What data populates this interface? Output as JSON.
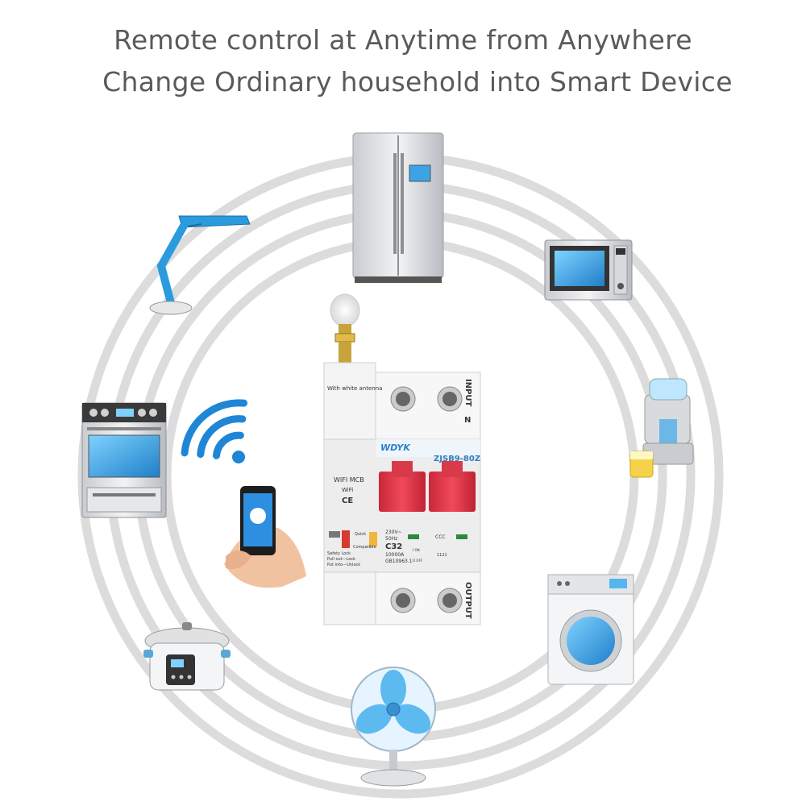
{
  "headline": {
    "line1": "Remote control at Anytime from Anywhere",
    "line2": "Change Ordinary household into Smart Device"
  },
  "breaker": {
    "antenna_note": "With white antenna",
    "brand": "WDYK",
    "model": "ZJSB9-80Z",
    "input_label": "INPUT",
    "output_label": "OUTPUT",
    "neutral": "N",
    "wifi_mcb": "WIFI MCB",
    "wifi_badge": "WiFi",
    "ce": "CE",
    "quick": "Quick",
    "compatible": "Compatible",
    "safety_lock": "Safety Lock",
    "pull_out": "Pull out—Lock",
    "put_into": "Put into—Unlock",
    "voltage": "230V~",
    "freq": "50Hz",
    "curve": "C32",
    "breaking": "10000A",
    "standard": "GB10963.1",
    "on": "I ON",
    "off": "O OFF",
    "ccc": "CCC",
    "code": "1121"
  },
  "icons": [
    "refrigerator-icon",
    "microwave-icon",
    "juicer-icon",
    "washing-machine-icon",
    "fan-icon",
    "rice-cooker-icon",
    "oven-icon",
    "desk-lamp-icon",
    "wifi-icon",
    "smartphone-hand-icon"
  ],
  "colors": {
    "ring": "#dcdcdc",
    "breaker_red": "#e53a4a",
    "appliance_blue": "#2a9bdc",
    "wifi_blue": "#1f86d6"
  }
}
